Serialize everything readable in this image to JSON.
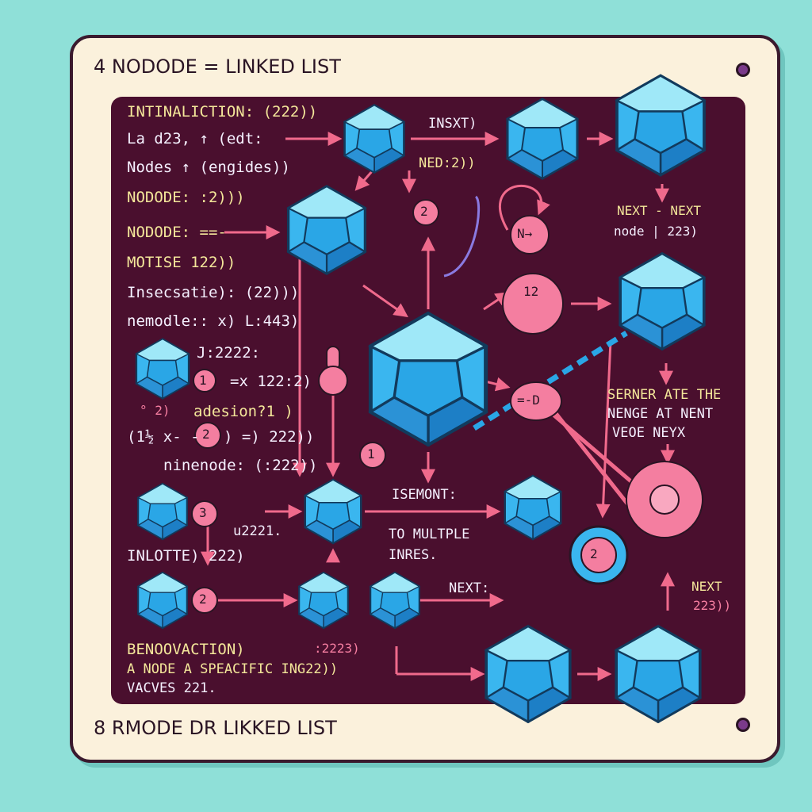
{
  "header": {
    "title": "4  NODODE  = LINKED LIST"
  },
  "footer": {
    "title": "8  RMODE DR LIKKED LIST"
  },
  "left_text": [
    "INTINALICTION:  (222))",
    "La  d23,  ↑  (edt:",
    "Nodes  ↑  (engides))",
    "NODODE:   :2)))",
    "NODODE:  ==-",
    "MOTISE  122))",
    "Insecsatie):  (22)))",
    "nemodle::  x)  L:443)"
  ],
  "mid_text": [
    "J:2222:",
    "=x  122:2)",
    "°  2)",
    "adesion?1 )",
    "(1½ x- -",
    ") =) 222))",
    "ninenode:  (:222))",
    "u2221.",
    "INLOTTE)  222)",
    "BENOOVACTION)",
    ":2223)",
    "A  NODE  A  SPEACIFIC  ING22))",
    "VACVES  221."
  ],
  "flow_text": [
    "INSXT)",
    "NED:2))",
    "NEXT - NEXT",
    "node  |  223)",
    "SERNER ATE THE",
    "NENGE AT NENT",
    "VEOE   NEYX",
    "ISEMONT:",
    "TO MULTPLE",
    "INRES.",
    "NEXT:",
    "NEXT",
    "223))"
  ],
  "circle_labels": [
    "2",
    "1",
    "2",
    "2",
    "1",
    "3",
    "2",
    "12",
    "N→",
    "=-D"
  ],
  "colors": {
    "node_fill": "#3ab6ef",
    "node_dark": "#1d7fc6",
    "accent": "#f06a8c",
    "board": "#4a0f2e",
    "card": "#fbf1dc"
  }
}
